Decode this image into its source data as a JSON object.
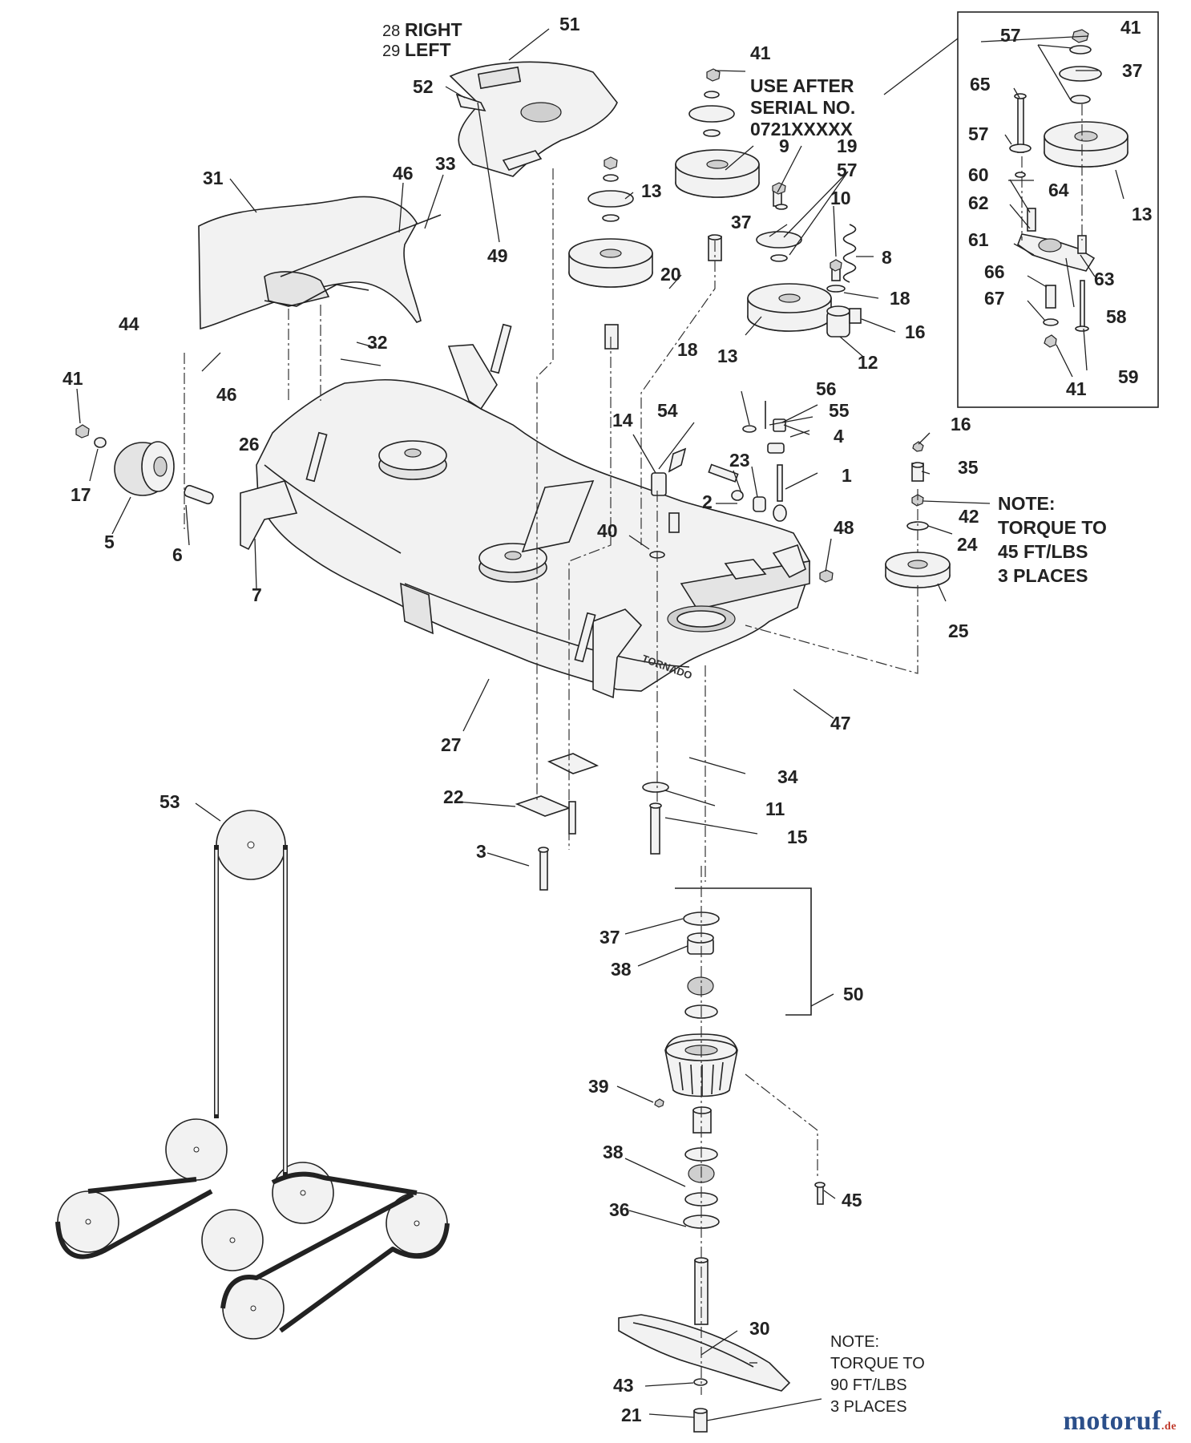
{
  "labels": {
    "l1": "1",
    "l2": "2",
    "l3": "3",
    "l4": "4",
    "l5": "5",
    "l6": "6",
    "l7": "7",
    "l8": "8",
    "l9": "9",
    "l10": "10",
    "l11": "11",
    "l12": "12",
    "l13a": "13",
    "l13b": "13",
    "l13c": "13",
    "l14": "14",
    "l15": "15",
    "l16a": "16",
    "l16b": "16",
    "l17": "17",
    "l18a": "18",
    "l18b": "18",
    "l19": "19",
    "l20": "20",
    "l21": "21",
    "l22": "22",
    "l23": "23",
    "l24": "24",
    "l25": "25",
    "l26": "26",
    "l27": "27",
    "l30": "30",
    "l31": "31",
    "l32": "32",
    "l33": "33",
    "l34": "34",
    "l35": "35",
    "l36": "36",
    "l37a": "37",
    "l37b": "37",
    "l37c": "37",
    "l38a": "38",
    "l38b": "38",
    "l39": "39",
    "l40": "40",
    "l41a": "41",
    "l41b": "41",
    "l41c": "41",
    "l41d": "41",
    "l42": "42",
    "l43": "43",
    "l44": "44",
    "l45": "45",
    "l46a": "46",
    "l46b": "46",
    "l47": "47",
    "l48": "48",
    "l49": "49",
    "l50": "50",
    "l51": "51",
    "l52": "52",
    "l53": "53",
    "l54": "54",
    "l55": "55",
    "l56": "56",
    "l57a": "57",
    "l57b": "57",
    "l57c": "57",
    "l58": "58",
    "l59": "59",
    "l60": "60",
    "l61": "61",
    "l62": "62",
    "l63": "63",
    "l64": "64",
    "l65": "65",
    "l66": "66",
    "l67": "67"
  },
  "chute_callout": {
    "right_num": "28",
    "right_text": "RIGHT",
    "left_num": "29",
    "left_text": "LEFT"
  },
  "serial_note": {
    "line1": "USE AFTER",
    "line2": "SERIAL NO.",
    "line3": "0721XXXXX"
  },
  "torque_note_45": {
    "line1": "NOTE:",
    "line2": "TORQUE TO",
    "line3": "45 FT/LBS",
    "line4": "3 PLACES"
  },
  "torque_note_90": {
    "line1": "NOTE:",
    "line2": "TORQUE TO",
    "line3": "90 FT/LBS",
    "line4": "3 PLACES"
  },
  "watermark": {
    "brand": "motoruf",
    "suffix": ".de"
  },
  "colors": {
    "ink": "#222222",
    "paper": "#ffffff",
    "watermark": "#2b4f8a"
  }
}
